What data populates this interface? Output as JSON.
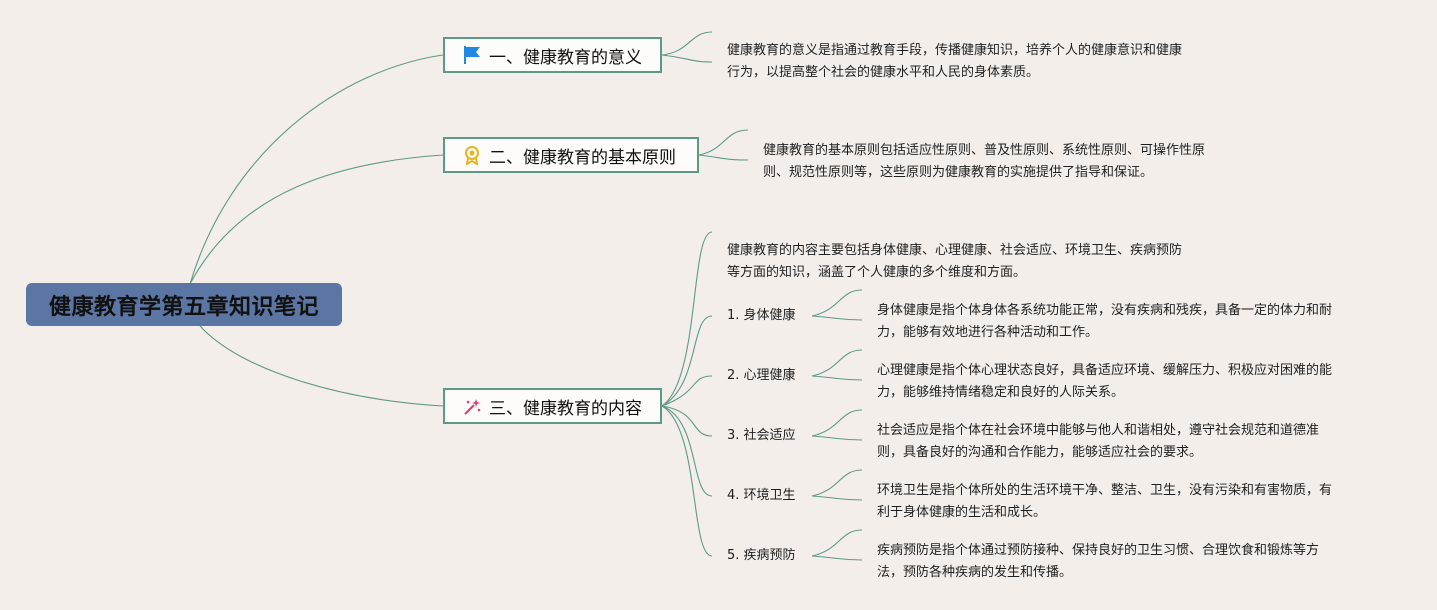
{
  "root": {
    "title": "健康教育学第五章知识笔记"
  },
  "branches": [
    {
      "label": "一、健康教育的意义",
      "icon": "flag-icon",
      "desc_lines": [
        "健康教育的意义是指通过教育手段，传播健康知识，培养个人的健康意识和健康",
        "行为，以提高整个社会的健康水平和人民的身体素质。"
      ]
    },
    {
      "label": "二、健康教育的基本原则",
      "icon": "medal-icon",
      "desc_lines": [
        "健康教育的基本原则包括适应性原则、普及性原则、系统性原则、可操作性原",
        "则、规范性原则等，这些原则为健康教育的实施提供了指导和保证。"
      ]
    },
    {
      "label": "三、健康教育的内容",
      "icon": "sparkle-icon",
      "desc_lines": [
        "健康教育的内容主要包括身体健康、心理健康、社会适应、环境卫生、疾病预防",
        "等方面的知识，涵盖了个人健康的多个维度和方面。"
      ],
      "subtopics": [
        {
          "label": "1. 身体健康",
          "desc_lines": [
            "身体健康是指个体身体各系统功能正常，没有疾病和残疾，具备一定的体力和耐",
            "力，能够有效地进行各种活动和工作。"
          ]
        },
        {
          "label": "2. 心理健康",
          "desc_lines": [
            "心理健康是指个体心理状态良好，具备适应环境、缓解压力、积极应对困难的能",
            "力，能够维持情绪稳定和良好的人际关系。"
          ]
        },
        {
          "label": "3. 社会适应",
          "desc_lines": [
            "社会适应是指个体在社会环境中能够与他人和谐相处，遵守社会规范和道德准",
            "则，具备良好的沟通和合作能力，能够适应社会的要求。"
          ]
        },
        {
          "label": "4. 环境卫生",
          "desc_lines": [
            "环境卫生是指个体所处的生活环境干净、整洁、卫生，没有污染和有害物质，有",
            "利于身体健康的生活和成长。"
          ]
        },
        {
          "label": "5. 疾病预防",
          "desc_lines": [
            "疾病预防是指个体通过预防接种、保持良好的卫生习惯、合理饮食和锻炼等方",
            "法，预防各种疾病的发生和传播。"
          ]
        }
      ]
    }
  ],
  "colors": {
    "background": "#f3eeea",
    "root_fill": "#5b76a2",
    "connector": "#5d9a86",
    "branch_border": "#5d9a86",
    "flag_icon": "#1e88e5",
    "medal_icon": "#e6b422",
    "sparkle_icon": "#e53970"
  }
}
